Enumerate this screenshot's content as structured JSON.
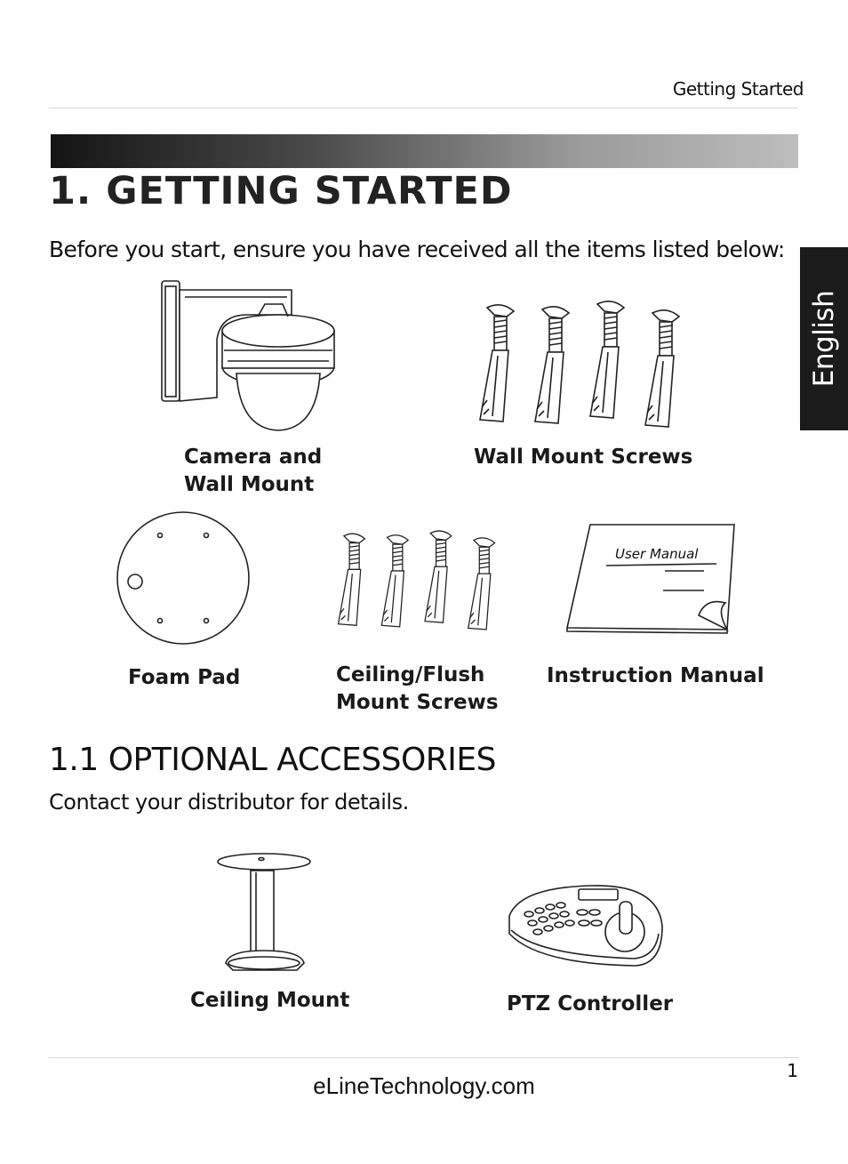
{
  "header": {
    "section_title": "Getting Started"
  },
  "language_tab": "English",
  "main": {
    "heading": "1. GETTING STARTED",
    "intro": "Before you start, ensure you have received all the items listed below:",
    "items": [
      {
        "label_line1": "Camera and",
        "label_line2": "Wall Mount",
        "icon": "dome-camera-icon"
      },
      {
        "label_line1": "Wall Mount Screws",
        "icon": "screws-icon"
      },
      {
        "label_line1": "Foam Pad",
        "icon": "foam-pad-icon"
      },
      {
        "label_line1": "Ceiling/Flush",
        "label_line2": "Mount Screws",
        "icon": "screws-icon"
      },
      {
        "label_line1": "Instruction Manual",
        "icon": "manual-icon",
        "manual_cover_text": "User Manual"
      }
    ]
  },
  "optional": {
    "heading": "1.1 OPTIONAL ACCESSORIES",
    "subtext": "Contact your distributor for details.",
    "items": [
      {
        "label": "Ceiling Mount",
        "icon": "ceiling-mount-icon"
      },
      {
        "label": "PTZ Controller",
        "icon": "ptz-controller-icon"
      }
    ]
  },
  "footer": {
    "page_number": "1",
    "website": "eLineTechnology.com"
  }
}
